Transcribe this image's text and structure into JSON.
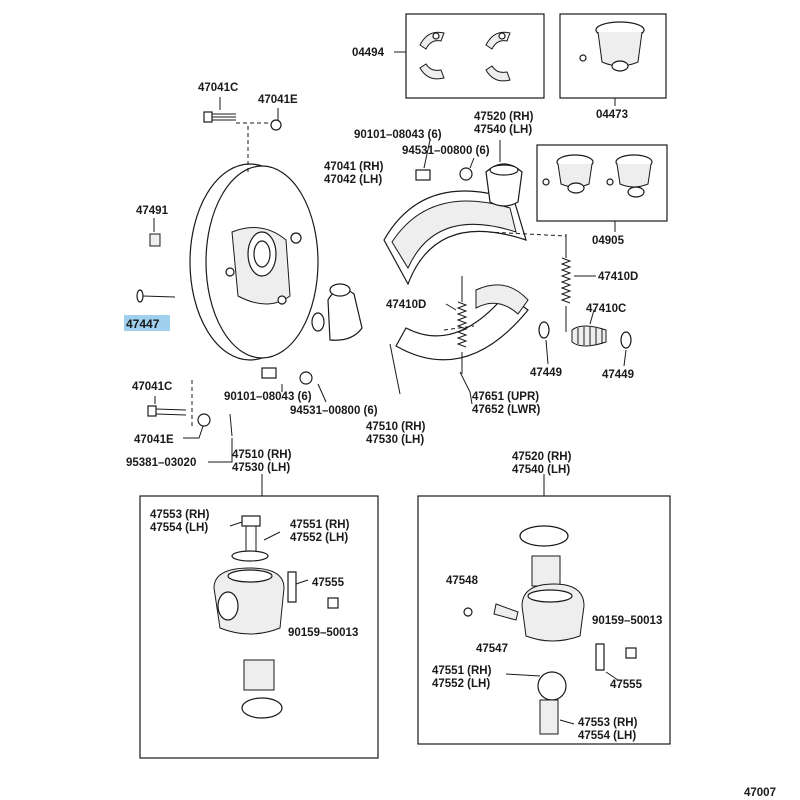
{
  "labels": {
    "p04494": "04494",
    "p04473": "04473",
    "p04905": "04905",
    "p47041C_top": "47041C",
    "p47041E_top": "47041E",
    "p47491": "47491",
    "p47447": "47447",
    "p47041C_bot": "47041C",
    "p47041E_bot": "47041E",
    "p95381": "95381–03020",
    "p47041": "47041 (RH)",
    "p47042": "47042 (LH)",
    "p90101_top": "90101–08043 (6)",
    "p94531_top": "94531–00800 (6)",
    "p47520_top": "47520 (RH)",
    "p47540_top": "47540 (LH)",
    "p47410D_r": "47410D",
    "p47410D_l": "47410D",
    "p47410C": "47410C",
    "p47449_a": "47449",
    "p47449_b": "47449",
    "p90101_bot": "90101–08043 (6)",
    "p94531_bot": "94531–00800 (6)",
    "p47651": "47651 (UPR)",
    "p47652": "47652 (LWR)",
    "p47510_mid": "47510 (RH)",
    "p47530_mid": "47530 (LH)",
    "p47510_box": "47510 (RH)",
    "p47530_box": "47530 (LH)",
    "p47520_box": "47520 (RH)",
    "p47540_box": "47540 (LH)",
    "p47553_l": "47553 (RH)",
    "p47554_l": "47554 (LH)",
    "p47551_l": "47551 (RH)",
    "p47552_l": "47552 (LH)",
    "p47555_l": "47555",
    "p90159_l": "90159–50013",
    "p47548": "47548",
    "p47547": "47547",
    "p90159_r": "90159–50013",
    "p47551_r": "47551 (RH)",
    "p47552_r": "47552 (LH)",
    "p47555_r": "47555",
    "p47553_r": "47553 (RH)",
    "p47554_r": "47554 (LH)",
    "diagram_id": "47007"
  },
  "colors": {
    "highlight": "#9fd0ee",
    "ink": "#1a1a1a"
  }
}
